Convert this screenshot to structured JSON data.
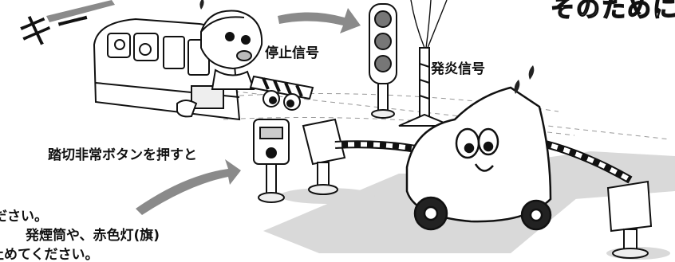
{
  "illustration": {
    "sound_effect": "キー",
    "heading_fragment": "そのためには",
    "labels": {
      "stop_signal": "停止信号",
      "flare_signal": "発炎信号",
      "crossing_button": "踏切非常ボタンを押すと"
    },
    "body_lines": [
      "ださい。",
      "発煙筒や、赤色灯(旗)",
      "止めてください。"
    ]
  }
}
